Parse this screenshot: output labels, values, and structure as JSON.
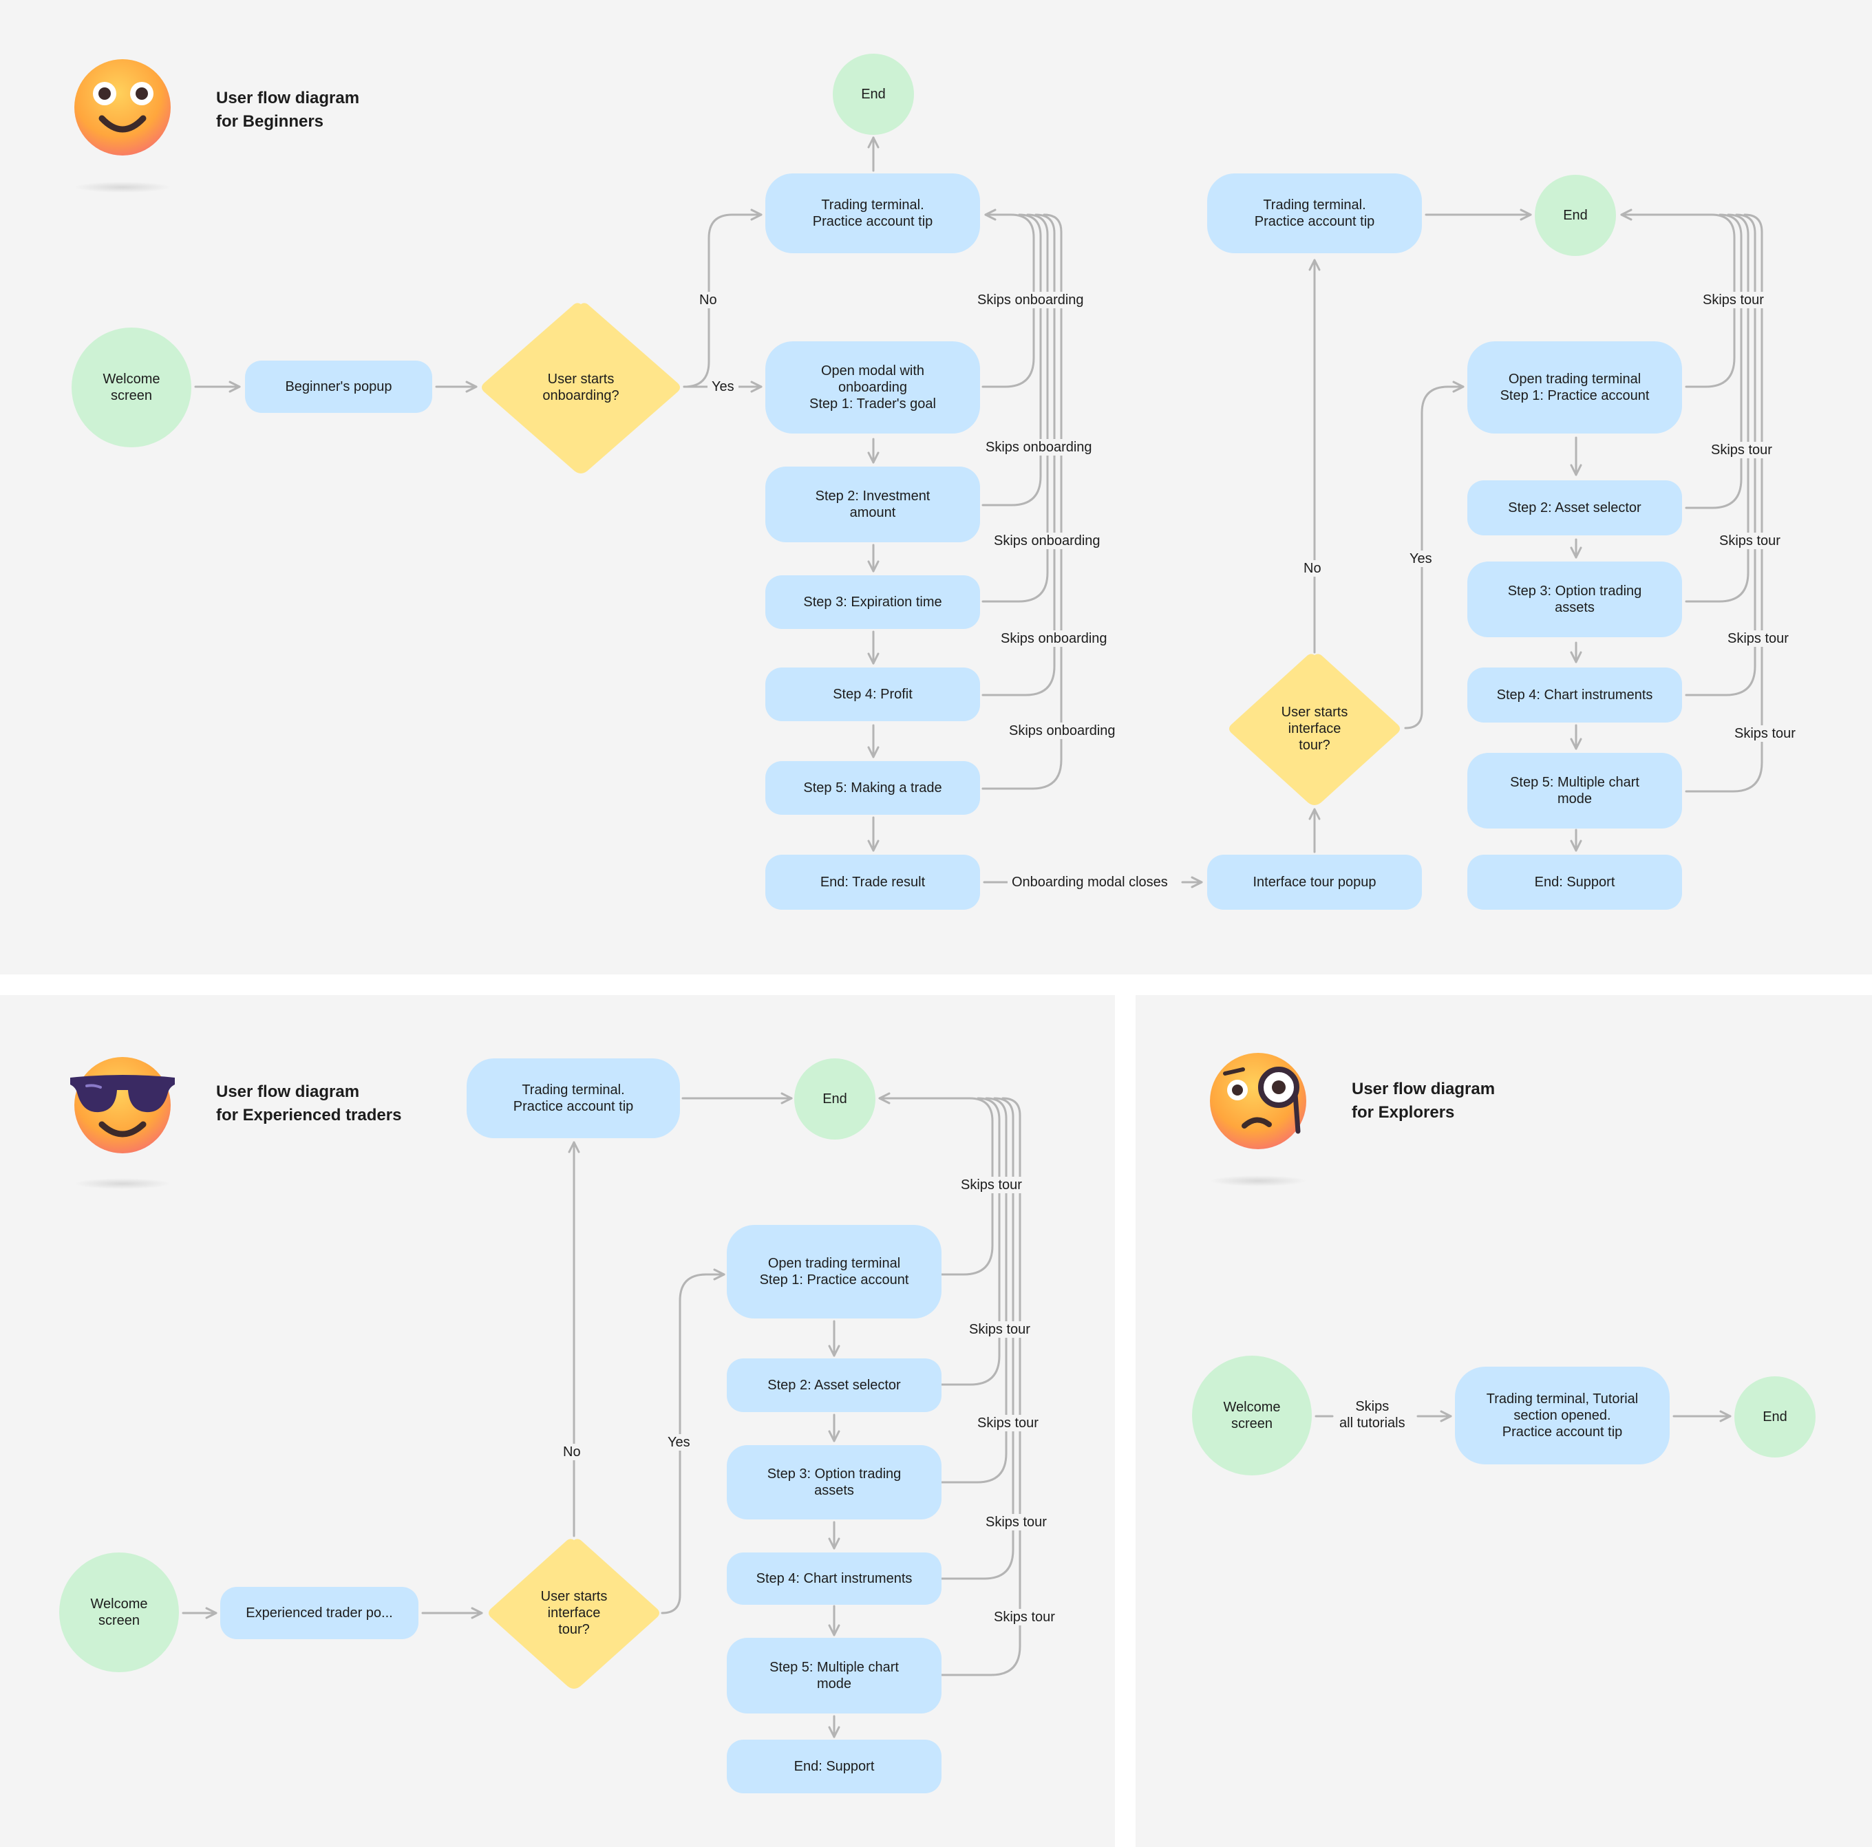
{
  "colors": {
    "panel": "#f4f4f4",
    "process": "#c7e6ff",
    "terminal": "#cdf2d4",
    "decision": "#ffe58a",
    "connector": "#b4b4b4"
  },
  "beginners": {
    "title_line1": "User flow diagram",
    "title_line2": "for Beginners",
    "emoji": "smiling-face-emoji",
    "welcome": "Welcome\nscreen",
    "popup": "Beginner's popup",
    "decision": "User starts\nonboarding?",
    "no": "No",
    "yes": "Yes",
    "terminal_tip": "Trading terminal.\nPractice account tip",
    "end_top": "End",
    "step1": "Open modal with\nonboarding\nStep 1: Trader's goal",
    "step2": "Step 2: Investment\namount",
    "step3": "Step 3: Expiration time",
    "step4": "Step 4: Profit",
    "step5": "Step 5: Making a trade",
    "end_result": "End: Trade result",
    "skip1": "Skips onboarding",
    "skip2": "Skips onboarding",
    "skip3": "Skips onboarding",
    "skip4": "Skips onboarding",
    "skip5": "Skips onboarding",
    "modal_closes": "Onboarding modal closes",
    "tour_popup": "Interface tour popup",
    "tour_decision": "User starts\ninterface\ntour?",
    "tour_no": "No",
    "tour_yes": "Yes",
    "tour_terminal_tip": "Trading terminal.\nPractice account tip",
    "tour_end": "End",
    "tour_step1": "Open trading terminal\nStep 1: Practice account",
    "tour_step2": "Step 2: Asset selector",
    "tour_step3": "Step 3: Option trading\nassets",
    "tour_step4": "Step 4: Chart instruments",
    "tour_step5": "Step 5: Multiple chart\nmode",
    "tour_end_support": "End: Support",
    "tskip1": "Skips tour",
    "tskip2": "Skips tour",
    "tskip3": "Skips tour",
    "tskip4": "Skips tour",
    "tskip5": "Skips tour"
  },
  "experienced": {
    "title_line1": "User flow diagram",
    "title_line2": "for Experienced traders",
    "emoji": "sunglasses-face-emoji",
    "welcome": "Welcome\nscreen",
    "popup": "Experienced trader po...",
    "decision": "User starts\ninterface\ntour?",
    "no": "No",
    "yes": "Yes",
    "terminal_tip": "Trading terminal.\nPractice account tip",
    "end": "End",
    "step1": "Open trading terminal\nStep 1: Practice account",
    "step2": "Step 2: Asset selector",
    "step3": "Step 3: Option trading\nassets",
    "step4": "Step 4: Chart instruments",
    "step5": "Step 5: Multiple chart\nmode",
    "end_support": "End: Support",
    "skip1": "Skips tour",
    "skip2": "Skips tour",
    "skip3": "Skips tour",
    "skip4": "Skips tour",
    "skip5": "Skips tour"
  },
  "explorers": {
    "title_line1": "User flow diagram",
    "title_line2": "for Explorers",
    "emoji": "monocle-face-emoji",
    "welcome": "Welcome\nscreen",
    "skips": "Skips\nall tutorials",
    "terminal": "Trading terminal, Tutorial\nsection opened.\nPractice account tip",
    "end": "End"
  }
}
